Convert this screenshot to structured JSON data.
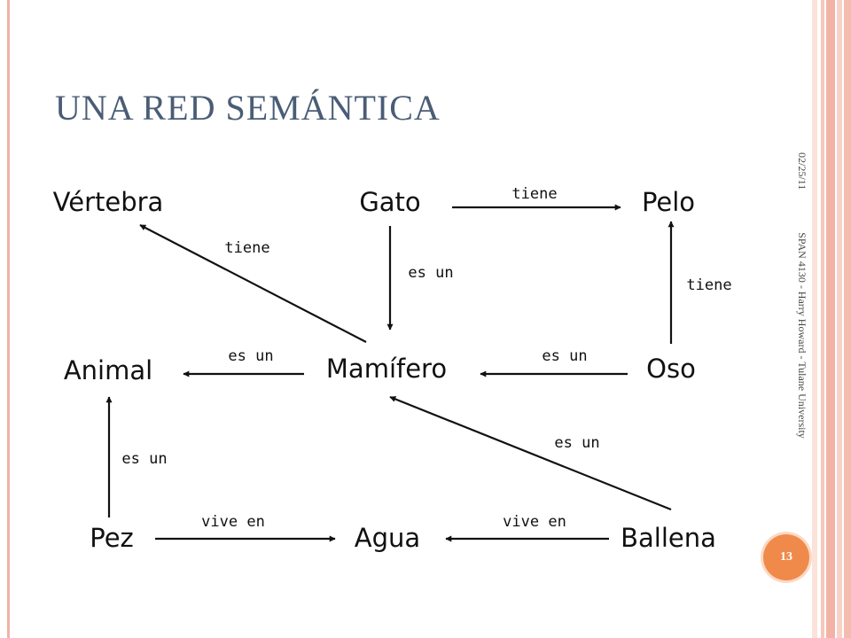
{
  "slide": {
    "title": "UNA RED SEMÁNTICA",
    "date": "02/25/11",
    "footer": "SPAN 4130 - Harry Howard - Tulane University",
    "page_number": "13",
    "colors": {
      "title": "#4a5d75",
      "accent_orange": "#f08a4b",
      "border_salmon": "#f2b3a6"
    }
  },
  "diagram": {
    "nodes": [
      {
        "id": "vertebra",
        "label": "Vértebra"
      },
      {
        "id": "gato",
        "label": "Gato"
      },
      {
        "id": "pelo",
        "label": "Pelo"
      },
      {
        "id": "animal",
        "label": "Animal"
      },
      {
        "id": "mamifero",
        "label": "Mamífero"
      },
      {
        "id": "oso",
        "label": "Oso"
      },
      {
        "id": "pez",
        "label": "Pez"
      },
      {
        "id": "agua",
        "label": "Agua"
      },
      {
        "id": "ballena",
        "label": "Ballena"
      }
    ],
    "edges": [
      {
        "from": "gato",
        "to": "pelo",
        "label": "tiene"
      },
      {
        "from": "mamifero",
        "to": "vertebra",
        "label": "tiene"
      },
      {
        "from": "gato",
        "to": "mamifero",
        "label": "es un"
      },
      {
        "from": "oso",
        "to": "pelo",
        "label": "tiene"
      },
      {
        "from": "mamifero",
        "to": "animal",
        "label": "es un"
      },
      {
        "from": "oso",
        "to": "mamifero",
        "label": "es un"
      },
      {
        "from": "ballena",
        "to": "mamifero",
        "label": "es un"
      },
      {
        "from": "pez",
        "to": "animal",
        "label": "es un"
      },
      {
        "from": "pez",
        "to": "agua",
        "label": "vive en"
      },
      {
        "from": "ballena",
        "to": "agua",
        "label": "vive en"
      }
    ]
  }
}
